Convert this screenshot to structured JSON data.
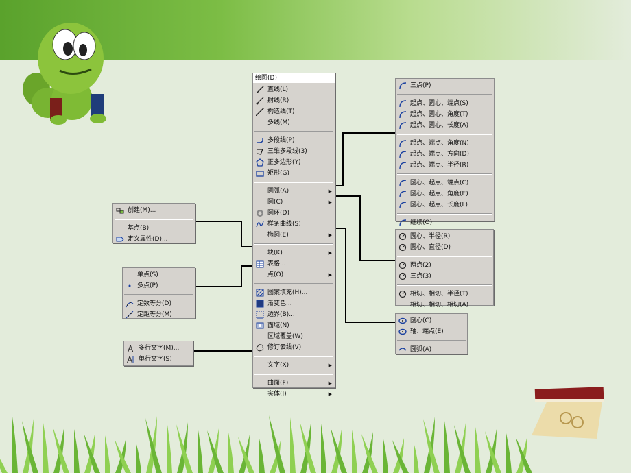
{
  "main_menu": {
    "title": "绘图(D)",
    "groups": [
      [
        {
          "label": "直线(L)",
          "icon": "line-icon"
        },
        {
          "label": "射线(R)",
          "icon": "ray-icon"
        },
        {
          "label": "构造线(T)",
          "icon": "xline-icon"
        },
        {
          "label": "多线(M)",
          "icon": ""
        }
      ],
      [
        {
          "label": "多段线(P)",
          "icon": "polyline-icon"
        },
        {
          "label": "三维多段线(3)",
          "icon": "3dpoly-icon"
        },
        {
          "label": "正多边形(Y)",
          "icon": "polygon-icon"
        },
        {
          "label": "矩形(G)",
          "icon": "rectangle-icon"
        }
      ],
      [
        {
          "label": "圆弧(A)",
          "icon": "",
          "arrow": true
        },
        {
          "label": "圆(C)",
          "icon": "",
          "arrow": true
        },
        {
          "label": "圆环(D)",
          "icon": "donut-icon"
        },
        {
          "label": "样条曲线(S)",
          "icon": "spline-icon"
        },
        {
          "label": "椭圆(E)",
          "icon": "",
          "arrow": true
        }
      ],
      [
        {
          "label": "块(K)",
          "icon": "",
          "arrow": true
        },
        {
          "label": "表格...",
          "icon": "table-icon"
        },
        {
          "label": "点(O)",
          "icon": "",
          "arrow": true
        }
      ],
      [
        {
          "label": "图案填充(H)...",
          "icon": "hatch-icon"
        },
        {
          "label": "渐变色...",
          "icon": "gradient-icon"
        },
        {
          "label": "边界(B)...",
          "icon": "boundary-icon"
        },
        {
          "label": "面域(N)",
          "icon": "region-icon"
        },
        {
          "label": "区域覆盖(W)",
          "icon": ""
        },
        {
          "label": "修订云线(V)",
          "icon": "revcloud-icon"
        }
      ],
      [
        {
          "label": "文字(X)",
          "icon": "",
          "arrow": true
        }
      ],
      [
        {
          "label": "曲面(F)",
          "icon": "",
          "arrow": true
        },
        {
          "label": "实体(I)",
          "icon": "",
          "arrow": true
        }
      ]
    ]
  },
  "arc_menu": {
    "groups": [
      [
        {
          "label": "三点(P)",
          "icon": "arc-icon"
        }
      ],
      [
        {
          "label": "起点、圆心、端点(S)",
          "icon": "arc-icon"
        },
        {
          "label": "起点、圆心、角度(T)",
          "icon": "arc-icon"
        },
        {
          "label": "起点、圆心、长度(A)",
          "icon": "arc-icon"
        }
      ],
      [
        {
          "label": "起点、端点、角度(N)",
          "icon": "arc-icon"
        },
        {
          "label": "起点、端点、方向(D)",
          "icon": "arc-icon"
        },
        {
          "label": "起点、端点、半径(R)",
          "icon": "arc-icon"
        }
      ],
      [
        {
          "label": "圆心、起点、端点(C)",
          "icon": "arc-icon"
        },
        {
          "label": "圆心、起点、角度(E)",
          "icon": "arc-icon"
        },
        {
          "label": "圆心、起点、长度(L)",
          "icon": "arc-icon"
        }
      ],
      [
        {
          "label": "继续(O)",
          "icon": "arc-icon"
        }
      ]
    ]
  },
  "circle_menu": {
    "groups": [
      [
        {
          "label": "圆心、半径(R)",
          "icon": "circle-icon"
        },
        {
          "label": "圆心、直径(D)",
          "icon": "circle-icon"
        }
      ],
      [
        {
          "label": "两点(2)",
          "icon": "circle-icon"
        },
        {
          "label": "三点(3)",
          "icon": "circle-icon"
        }
      ],
      [
        {
          "label": "相切、相切、半径(T)",
          "icon": "circle-icon"
        },
        {
          "label": "相切、相切、相切(A)",
          "icon": ""
        }
      ]
    ]
  },
  "ellipse_menu": {
    "groups": [
      [
        {
          "label": "圆心(C)",
          "icon": "ellipse-icon"
        },
        {
          "label": "轴、端点(E)",
          "icon": "ellipse-icon"
        }
      ],
      [
        {
          "label": "圆弧(A)",
          "icon": "ellipse-arc-icon"
        }
      ]
    ]
  },
  "block_menu": {
    "groups": [
      [
        {
          "label": "创建(M)...",
          "icon": "block-create-icon"
        }
      ],
      [
        {
          "label": "基点(B)",
          "icon": ""
        },
        {
          "label": "定义属性(D)...",
          "icon": "attribute-icon"
        }
      ]
    ]
  },
  "point_menu": {
    "groups": [
      [
        {
          "label": "单点(S)",
          "icon": ""
        },
        {
          "label": "多点(P)",
          "icon": "point-icon"
        }
      ],
      [
        {
          "label": "定数等分(D)",
          "icon": "divide-icon"
        },
        {
          "label": "定距等分(M)",
          "icon": "measure-icon"
        }
      ]
    ]
  },
  "text_menu": {
    "groups": [
      [
        {
          "label": "多行文字(M)...",
          "icon": "mtext-icon"
        },
        {
          "label": "单行文字(S)",
          "icon": "text-icon"
        }
      ]
    ]
  }
}
